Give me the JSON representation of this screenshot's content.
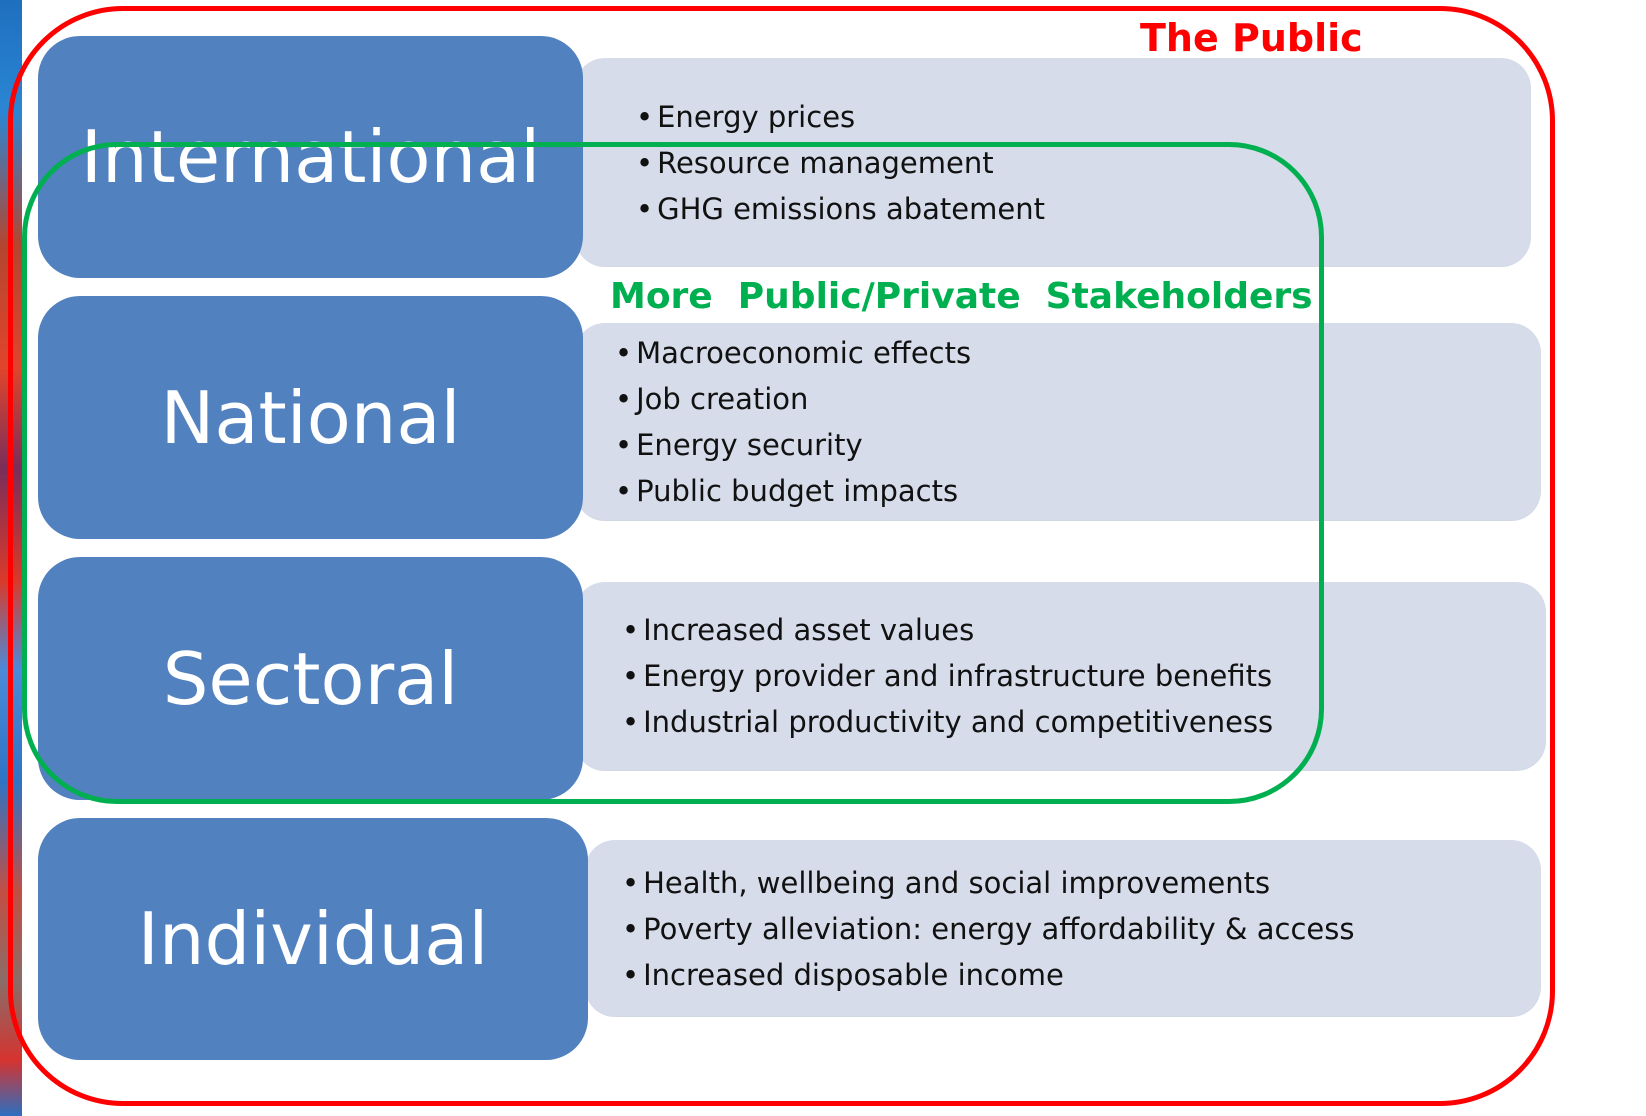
{
  "outer_label": "The Public",
  "inner_label": "More  Public/Private  Stakeholders",
  "levels": [
    {
      "name": "International",
      "items": [
        "Energy prices",
        "Resource management",
        "GHG emissions abatement"
      ]
    },
    {
      "name": "National",
      "items": [
        "Macroeconomic effects",
        "Job creation",
        "Energy security",
        "Public budget impacts"
      ]
    },
    {
      "name": "Sectoral",
      "items": [
        "Increased asset values",
        "Energy provider and infrastructure benefits",
        "Industrial productivity and competitiveness"
      ]
    },
    {
      "name": "Individual",
      "items": [
        "Health, wellbeing and social improvements",
        "Poverty alleviation: energy affordability & access",
        "Increased disposable income"
      ]
    }
  ],
  "colors": {
    "level_box": "#5181bf",
    "detail_box": "#d6dcea",
    "outer_border": "#ff0000",
    "inner_border": "#00b050"
  }
}
